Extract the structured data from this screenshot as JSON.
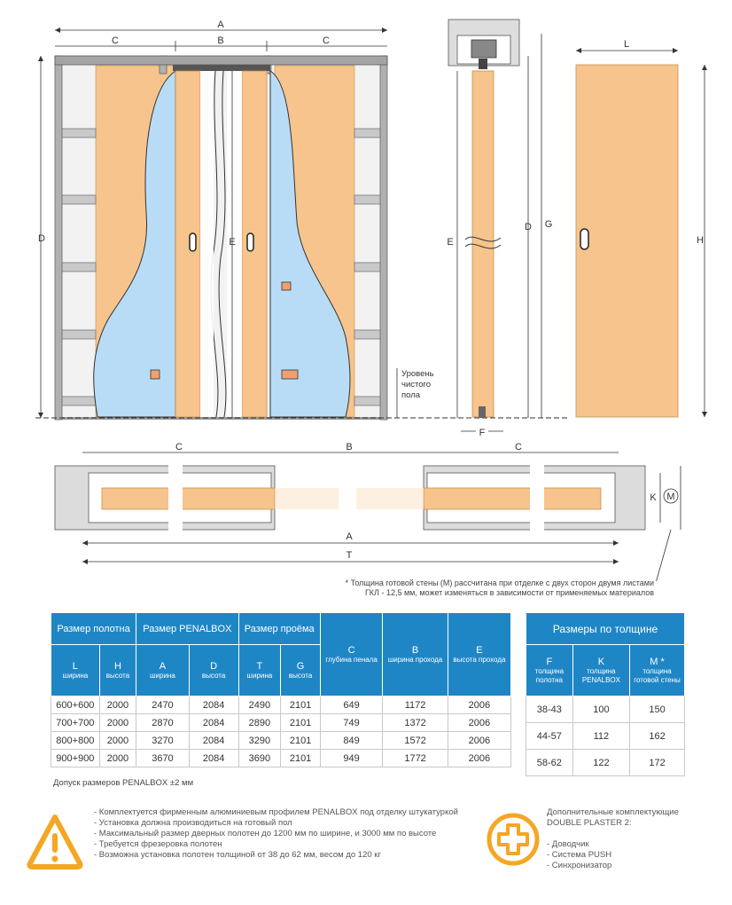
{
  "labels": {
    "A": "A",
    "B": "B",
    "C": "C",
    "D": "D",
    "E": "E",
    "F": "F",
    "G": "G",
    "H": "H",
    "K": "K",
    "L": "L",
    "M": "M",
    "T": "T"
  },
  "floor_label": [
    "Уровень",
    "чистого",
    "пола"
  ],
  "footnote": [
    "* Толщина готовой стены (М) рассчитана при отделке с двух сторон двумя листами",
    "ГКЛ - 12,5 мм, может изменяться в зависимости от применяемых материалов"
  ],
  "main_table": {
    "group_headers": [
      "Размер полотна",
      "Размер PENALBOX",
      "Размер проёма"
    ],
    "single_headers": [
      {
        "title": "C",
        "sub": "глубина пенала"
      },
      {
        "title": "B",
        "sub": "ширина прохода"
      },
      {
        "title": "E",
        "sub": "высота прохода"
      }
    ],
    "sub_headers": [
      {
        "title": "L",
        "sub": "ширина"
      },
      {
        "title": "H",
        "sub": "высота"
      },
      {
        "title": "A",
        "sub": "ширина"
      },
      {
        "title": "D",
        "sub": "высота"
      },
      {
        "title": "T",
        "sub": "ширина"
      },
      {
        "title": "G",
        "sub": "высота"
      }
    ],
    "rows": [
      [
        "600+600",
        "2000",
        "2470",
        "2084",
        "2490",
        "2101",
        "649",
        "1172",
        "2006"
      ],
      [
        "700+700",
        "2000",
        "2870",
        "2084",
        "2890",
        "2101",
        "749",
        "1372",
        "2006"
      ],
      [
        "800+800",
        "2000",
        "3270",
        "2084",
        "3290",
        "2101",
        "849",
        "1572",
        "2006"
      ],
      [
        "900+900",
        "2000",
        "3670",
        "2084",
        "3690",
        "2101",
        "949",
        "1772",
        "2006"
      ]
    ]
  },
  "tolerance": "Допуск размеров PENALBOX ±2 мм",
  "thick_table": {
    "title": "Размеры по толщине",
    "headers": [
      {
        "title": "F",
        "sub": "толщина полотна"
      },
      {
        "title": "K",
        "sub": "толщина PENALBOX"
      },
      {
        "title": "M *",
        "sub": "толщина готовой стены"
      }
    ],
    "rows": [
      [
        "38-43",
        "100",
        "150"
      ],
      [
        "44-57",
        "112",
        "162"
      ],
      [
        "58-62",
        "122",
        "172"
      ]
    ]
  },
  "notes": [
    "- Комплектуется фирменным алюминиевым профилем PENALBOX под отделку штукатуркой",
    "- Установка должна производиться на готовый пол",
    "- Максимальный размер дверных полотен до 1200 мм по ширине, и 3000 мм по высоте",
    "- Требуется фрезеровка полотен",
    "- Возможна установка полотен толщиной от 38 до 62 мм, весом до 120 кг"
  ],
  "extras": {
    "title": [
      "Дополнительные комплектующие",
      "DOUBLE PLASTER 2:"
    ],
    "items": [
      "- Доводчик",
      "- Система PUSH",
      "- Синхронизатор"
    ]
  },
  "colors": {
    "door": "#f6c48c",
    "door_stroke": "#c9904a",
    "wall_cut": "#b9dcf6",
    "frame": "#8a8a8a",
    "table_header": "#1f86c6",
    "warning": "#f5a623"
  }
}
